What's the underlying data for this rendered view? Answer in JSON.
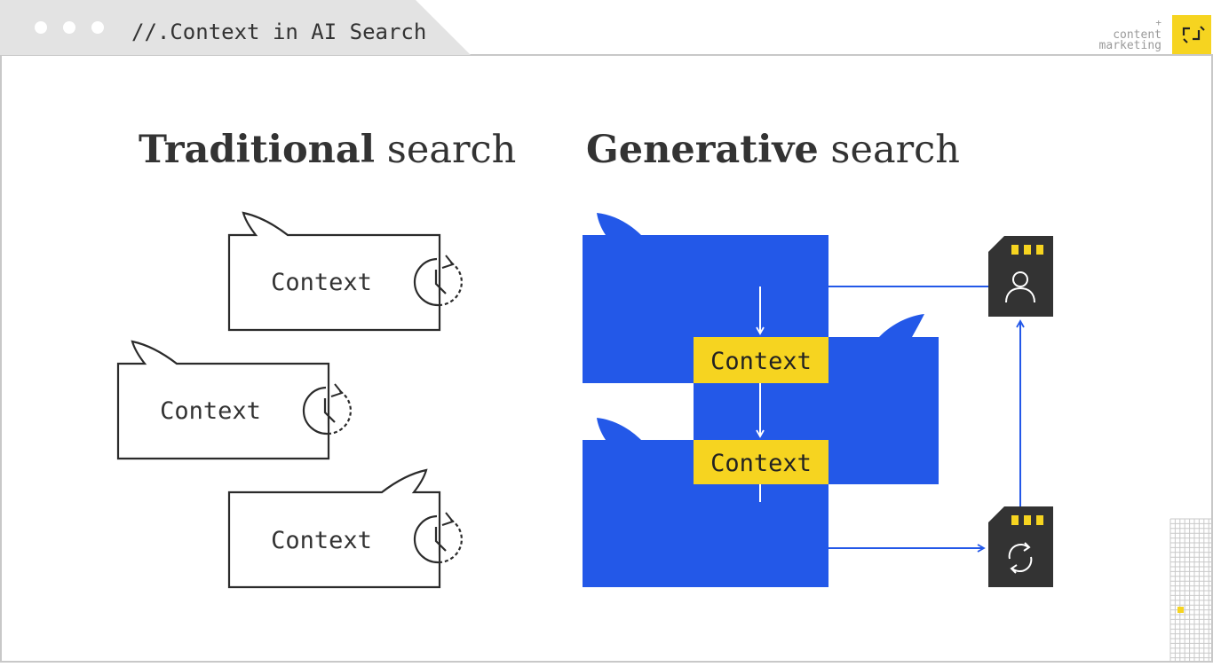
{
  "window": {
    "title": "//.Context in AI Search"
  },
  "brand": {
    "plus": "+",
    "line1": "content",
    "line2": "marketing"
  },
  "traditional": {
    "title_bold": "Traditional",
    "title_rest": " search",
    "cards": [
      {
        "label": "Context"
      },
      {
        "label": "Context"
      },
      {
        "label": "Context"
      }
    ]
  },
  "generative": {
    "title_bold": "Generative",
    "title_rest": " search",
    "blocks": [
      {
        "label": "Context"
      },
      {
        "label": "Context"
      }
    ]
  },
  "colors": {
    "blue": "#2358e8",
    "yellow": "#f6d420",
    "dark": "#333333",
    "line": "#2b2b2b",
    "tab_gray": "#e3e3e3"
  },
  "icons": [
    "window-dot-icon",
    "brand-logo-icon",
    "clock-icon",
    "sim-card-user-icon",
    "sim-card-sync-icon",
    "grid-pattern-icon"
  ]
}
